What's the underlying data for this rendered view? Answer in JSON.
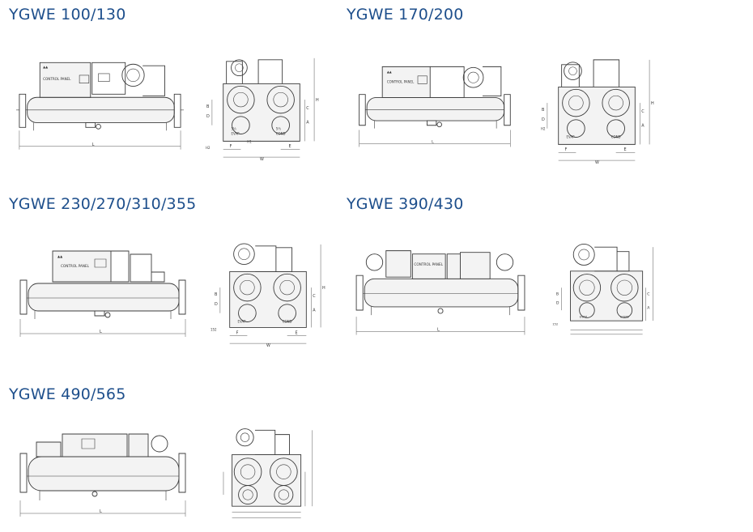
{
  "sections": [
    {
      "title": "YGWE 100/130",
      "side": {
        "panel": "CONTROL PANEL",
        "dim": "L"
      },
      "end": {
        "evap": "EVAP",
        "cond": "COND",
        "evap_num": "5½",
        "cond_num": "5½",
        "w": "W",
        "h": "H",
        "left": [
          "B",
          "D",
          "H2"
        ],
        "right": [
          "A",
          "C"
        ],
        "bottom": [
          "F",
          "E"
        ],
        "foot": "H1"
      }
    },
    {
      "title": "YGWE 170/200",
      "side": {
        "panel": "CONTROL PANEL",
        "dim": "L"
      },
      "end": {
        "evap": "EVAP",
        "cond": "COND",
        "evap_num": "",
        "cond_num": "",
        "w": "W",
        "h": "H",
        "left": [
          "B",
          "D",
          "H2"
        ],
        "right": [
          "A",
          "C"
        ],
        "bottom": [
          "F",
          "E"
        ],
        "foot": ""
      }
    },
    {
      "title": "YGWE 230/270/310/355",
      "side": {
        "panel": "CONTROL PANEL",
        "dim": "L"
      },
      "end": {
        "evap": "EVAP",
        "cond": "COND",
        "evap_num": "",
        "cond_num": "",
        "w": "W",
        "h": "H",
        "left": [
          "B",
          "D"
        ],
        "right": [
          "A",
          "C"
        ],
        "bottom": [
          "F",
          "E"
        ],
        "foot": "152"
      }
    },
    {
      "title": "YGWE 390/430",
      "side": {
        "panel": "CONTROL PANEL",
        "dim": "L"
      },
      "end": {
        "evap": "EVAP",
        "cond": "COND",
        "evap_num": "",
        "cond_num": "",
        "w": "",
        "h": "",
        "left": [
          "B",
          "D"
        ],
        "right": [
          "A",
          "C"
        ],
        "bottom": [
          "",
          ""
        ],
        "foot": "152"
      }
    },
    {
      "title": "YGWE 490/565",
      "side": {
        "panel": "",
        "dim": "L"
      },
      "end": {
        "evap": "",
        "cond": "",
        "evap_num": "",
        "cond_num": "",
        "w": "",
        "h": "",
        "left": [
          "",
          ""
        ],
        "right": [
          "",
          ""
        ],
        "bottom": [
          "",
          ""
        ],
        "foot": ""
      }
    }
  ],
  "colors": {
    "heading": "#1e4f8c",
    "line": "#3c3c3c"
  }
}
